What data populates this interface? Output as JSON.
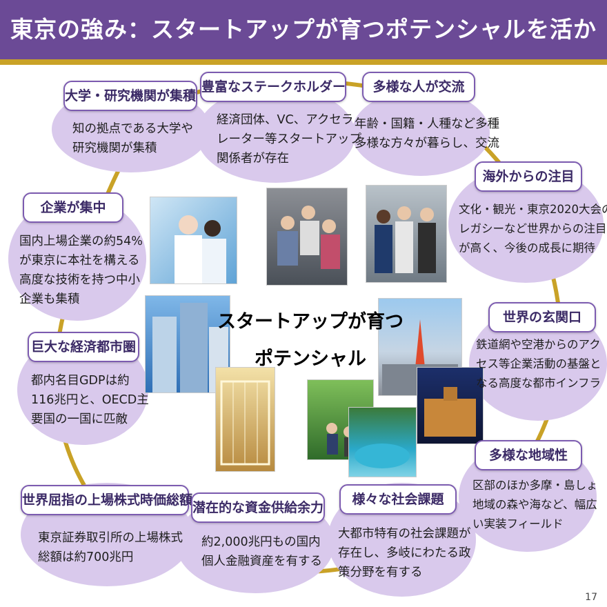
{
  "title": "東京の強み：スタートアップが育つポテンシャルを活かす",
  "center": {
    "line1": "スタートアップが育つ",
    "line2": "ポテンシャル"
  },
  "items": [
    {
      "label": "大学・研究機関が集積",
      "text": "知の拠点である大学や\n研究機関が集積"
    },
    {
      "label": "豊富なステークホルダー",
      "text": "経済団体、VC、アクセラ\nレーター等スタートアップ\n関係者が存在"
    },
    {
      "label": "多様な人が交流",
      "text": "年齢・国籍・人種など多種\n多様な方々が暮らし、交流"
    },
    {
      "label": "海外からの注目",
      "text": "文化・観光・東京2020大会の\nレガシーなど世界からの注目\nが高く、今後の成長に期待"
    },
    {
      "label": "企業が集中",
      "text": "国内上場企業の約54%\nが東京に本社を構える\n高度な技術を持つ中小\n企業も集積"
    },
    {
      "label": "世界の玄関口",
      "text": "鉄道網や空港からのアク\nセス等企業活動の基盤と\nなる高度な都市インフラ"
    },
    {
      "label": "巨大な経済都市圏",
      "text": "都内名目GDPは約\n116兆円と、OECD主\n要国の一国に匹敵"
    },
    {
      "label": "多様な地域性",
      "text": "区部のほか多摩・島しょ\n地域の森や海など、幅広\nい実装フィールド"
    },
    {
      "label": "世界屈指の上場株式時価総額",
      "text": "東京証券取引所の上場株式\n総額は約700兆円"
    },
    {
      "label": "潜在的な資金供給余力",
      "text": "約2,000兆円もの国内\n個人金融資産を有する"
    },
    {
      "label": "様々な社会課題",
      "text": "大都市特有の社会課題が\n存在し、多岐にわたる政\n策分野を有する"
    }
  ],
  "page_number": "17",
  "colors": {
    "header": "#6b4a96",
    "accent": "#c9a227",
    "blob": "#d9c9ec",
    "label_border": "#7c5bb0"
  }
}
